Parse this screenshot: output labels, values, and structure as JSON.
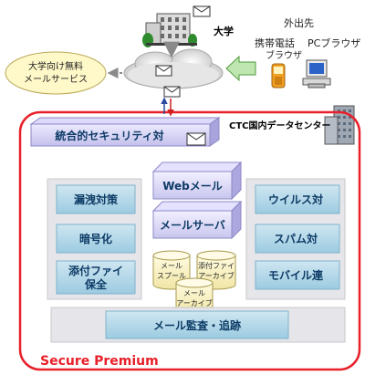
{
  "top": {
    "university": "大学",
    "outside": "外出先",
    "mobile_browser_l1": "携帯電話",
    "mobile_browser_l2": "ブラウザ",
    "pc_browser": "PCブラウザ",
    "free_service_l1": "大学向け無料",
    "free_service_l2": "メールサービス"
  },
  "datacenter": {
    "label": "CTC国内データセンター"
  },
  "security_bar": {
    "label": "統合的セキュリティ対"
  },
  "left_column": {
    "items": [
      {
        "label": "漏洩対策"
      },
      {
        "label": "暗号化"
      },
      {
        "label_l1": "添付ファイ",
        "label_l2": "保全"
      }
    ]
  },
  "center_column": {
    "webmail": "Webメール",
    "mailserver": "メールサーバ",
    "store_spool_l1": "メール",
    "store_spool_l2": "スプール",
    "store_attach_l1": "添付ファイ",
    "store_attach_l2": "アーカイブ",
    "store_mail_l1": "メール",
    "store_mail_l2": "アーカイブ"
  },
  "right_column": {
    "items": [
      {
        "label": "ウイルス対"
      },
      {
        "label": "スパム対"
      },
      {
        "label": "モバイル連"
      }
    ]
  },
  "audit_bar": {
    "label": "メール監査・追跡"
  },
  "frame": {
    "label": "Secure Premium"
  },
  "colors": {
    "frame_red": "#e8202a",
    "box_fill": "#a9d3e6",
    "column_fill": "#e6e6ea",
    "label_navy": "#0d3b66"
  }
}
